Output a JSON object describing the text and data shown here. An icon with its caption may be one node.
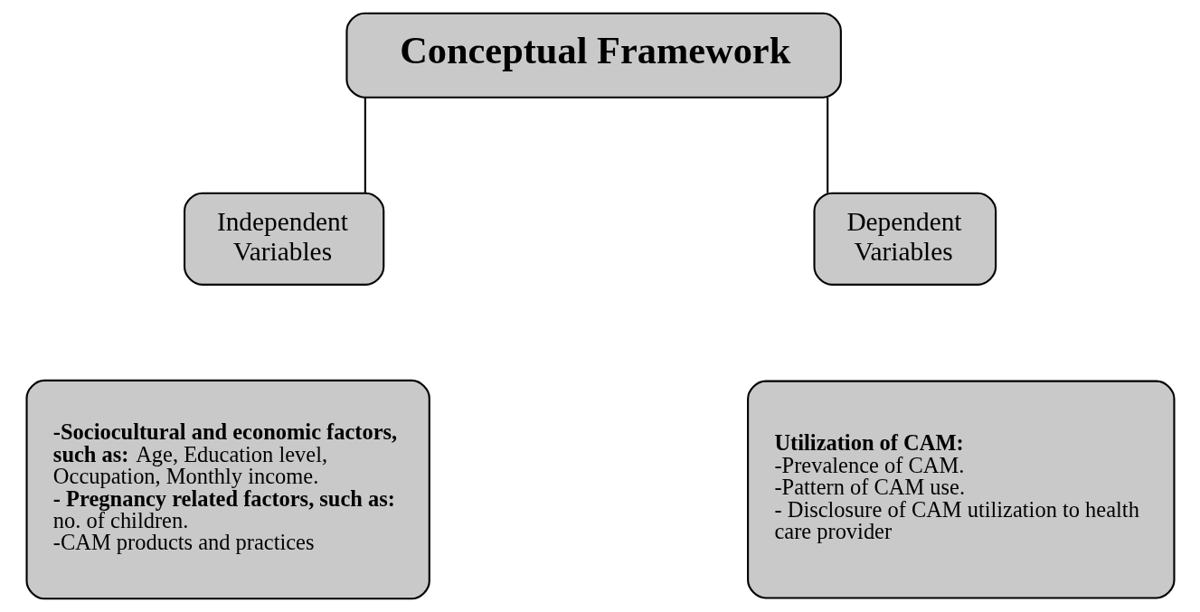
{
  "diagram": {
    "nodes": [
      {
        "text": [
          "Conceptual Framework"
        ]
      },
      {
        "text": [
          "Independent Variables"
        ]
      },
      {
        "text": [
          "Dependent Variables"
        ]
      },
      {
        "text": [
          "**-Sociocultural and economic factors, such as:** Age, Education level, Occupation, Monthly income.",
          "**- Pregnancy related factors, such as:** no. of children.",
          "-CAM products and practices"
        ]
      },
      {
        "text": [
          "Utilization of CAM:",
          "-Prevalence of CAM.",
          "-Pattern of CAM use.",
          "- Disclosure of CAM utilization to health care provider"
        ]
      }
    ],
    "edges": [
      {
        "from": 0,
        "to": 1,
        "arrow": "none"
      },
      {
        "from": 0,
        "to": 2,
        "arrow": "none"
      }
    ]
  }
}
